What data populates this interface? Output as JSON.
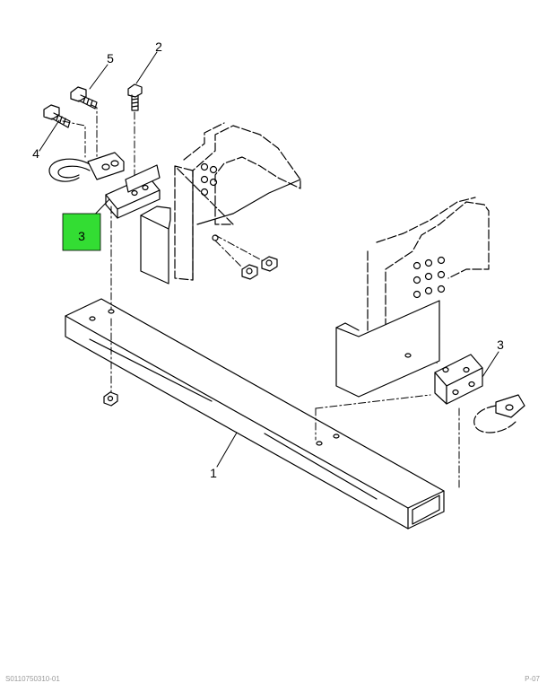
{
  "callouts": {
    "c1": "1",
    "c2": "2",
    "c3_highlight": "3",
    "c3_right": "3",
    "c4": "4",
    "c5": "5"
  },
  "footer": {
    "left": "S0110750310-01",
    "right": "P-07"
  },
  "colors": {
    "highlight": "#33dd33",
    "line": "#000000"
  }
}
